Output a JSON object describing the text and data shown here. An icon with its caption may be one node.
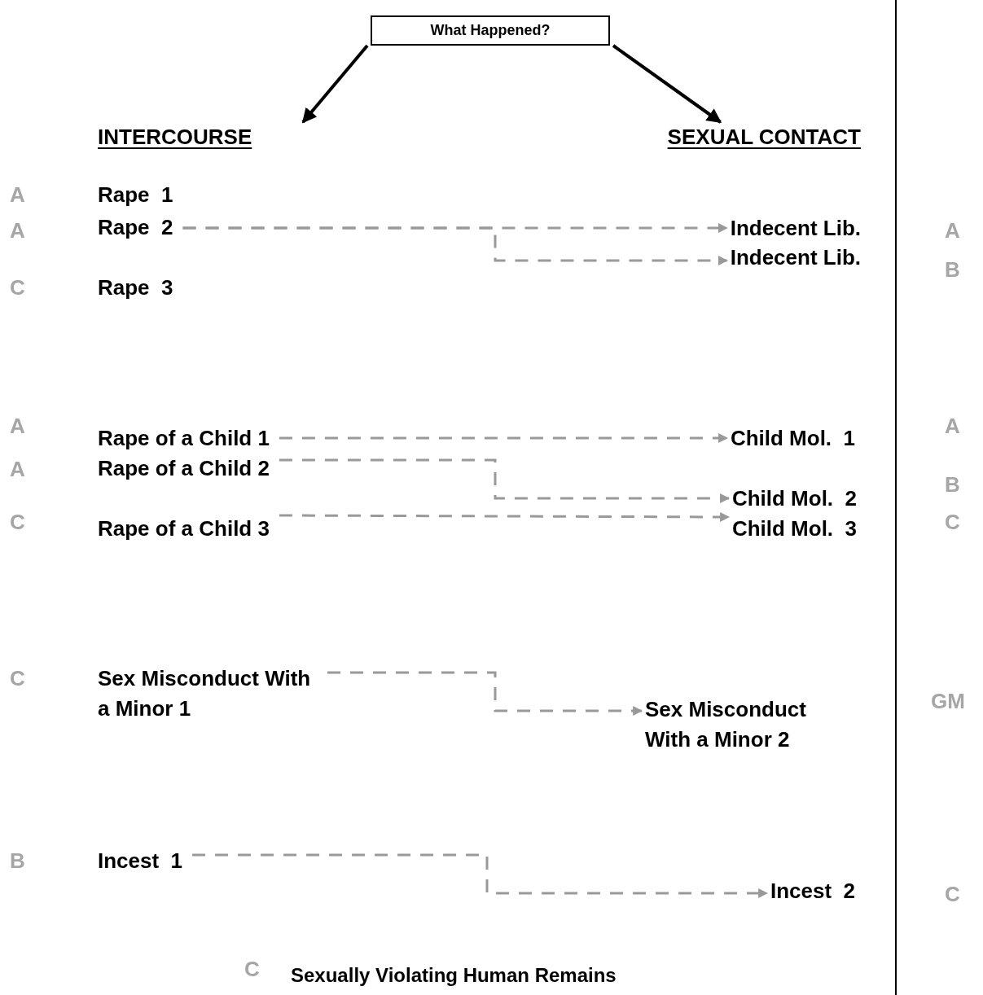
{
  "diagram": {
    "nodes": [
      {
        "text": [
          "What Happened?"
        ]
      },
      {
        "text": [
          "INTERCOURSE"
        ]
      },
      {
        "text": [
          "SEXUAL CONTACT"
        ]
      },
      {
        "text": [
          "Rape  2"
        ]
      },
      {
        "text": [
          "Indecent Lib."
        ]
      },
      {
        "text": [
          "Indecent Lib."
        ]
      },
      {
        "text": [
          "Rape of a Child 1"
        ]
      },
      {
        "text": [
          "Rape of a Child 2"
        ]
      },
      {
        "text": [
          "Rape of a Child 3"
        ]
      },
      {
        "text": [
          "Child Mol.  1"
        ]
      },
      {
        "text": [
          "Child Mol.  2"
        ]
      },
      {
        "text": [
          "Child Mol.  3"
        ]
      },
      {
        "text": [
          "Sex Misconduct With a Minor 1"
        ]
      },
      {
        "text": [
          "Sex Misconduct With a Minor 2"
        ]
      },
      {
        "text": [
          "Incest  1"
        ]
      },
      {
        "text": [
          "Incest  2"
        ]
      }
    ],
    "edges": [
      {
        "from": 0,
        "to": 1,
        "arrow": "to",
        "color": "#000000"
      },
      {
        "from": 0,
        "to": 2,
        "arrow": "to",
        "color": "#000000"
      },
      {
        "from": 3,
        "to": 4,
        "arrow": "to",
        "style": "dashed"
      },
      {
        "from": 3,
        "to": 5,
        "arrow": "to",
        "style": "dashed"
      },
      {
        "from": 6,
        "to": 9,
        "arrow": "to",
        "style": "dashed"
      },
      {
        "from": 7,
        "to": 10,
        "arrow": "to",
        "style": "dashed"
      },
      {
        "from": 8,
        "to": 11,
        "arrow": "to",
        "style": "dashed"
      },
      {
        "from": 12,
        "to": 13,
        "arrow": "to",
        "style": "dashed"
      },
      {
        "from": 14,
        "to": 15,
        "arrow": "to",
        "style": "dashed"
      }
    ],
    "labels": [
      "A",
      "Rape  1",
      "A",
      "A",
      "B",
      "C",
      "Rape  3",
      "A",
      "A",
      "A",
      "B",
      "C",
      "C",
      "C",
      "GM",
      "B",
      "C",
      "C",
      "Sexually Violating Human Remains"
    ]
  }
}
